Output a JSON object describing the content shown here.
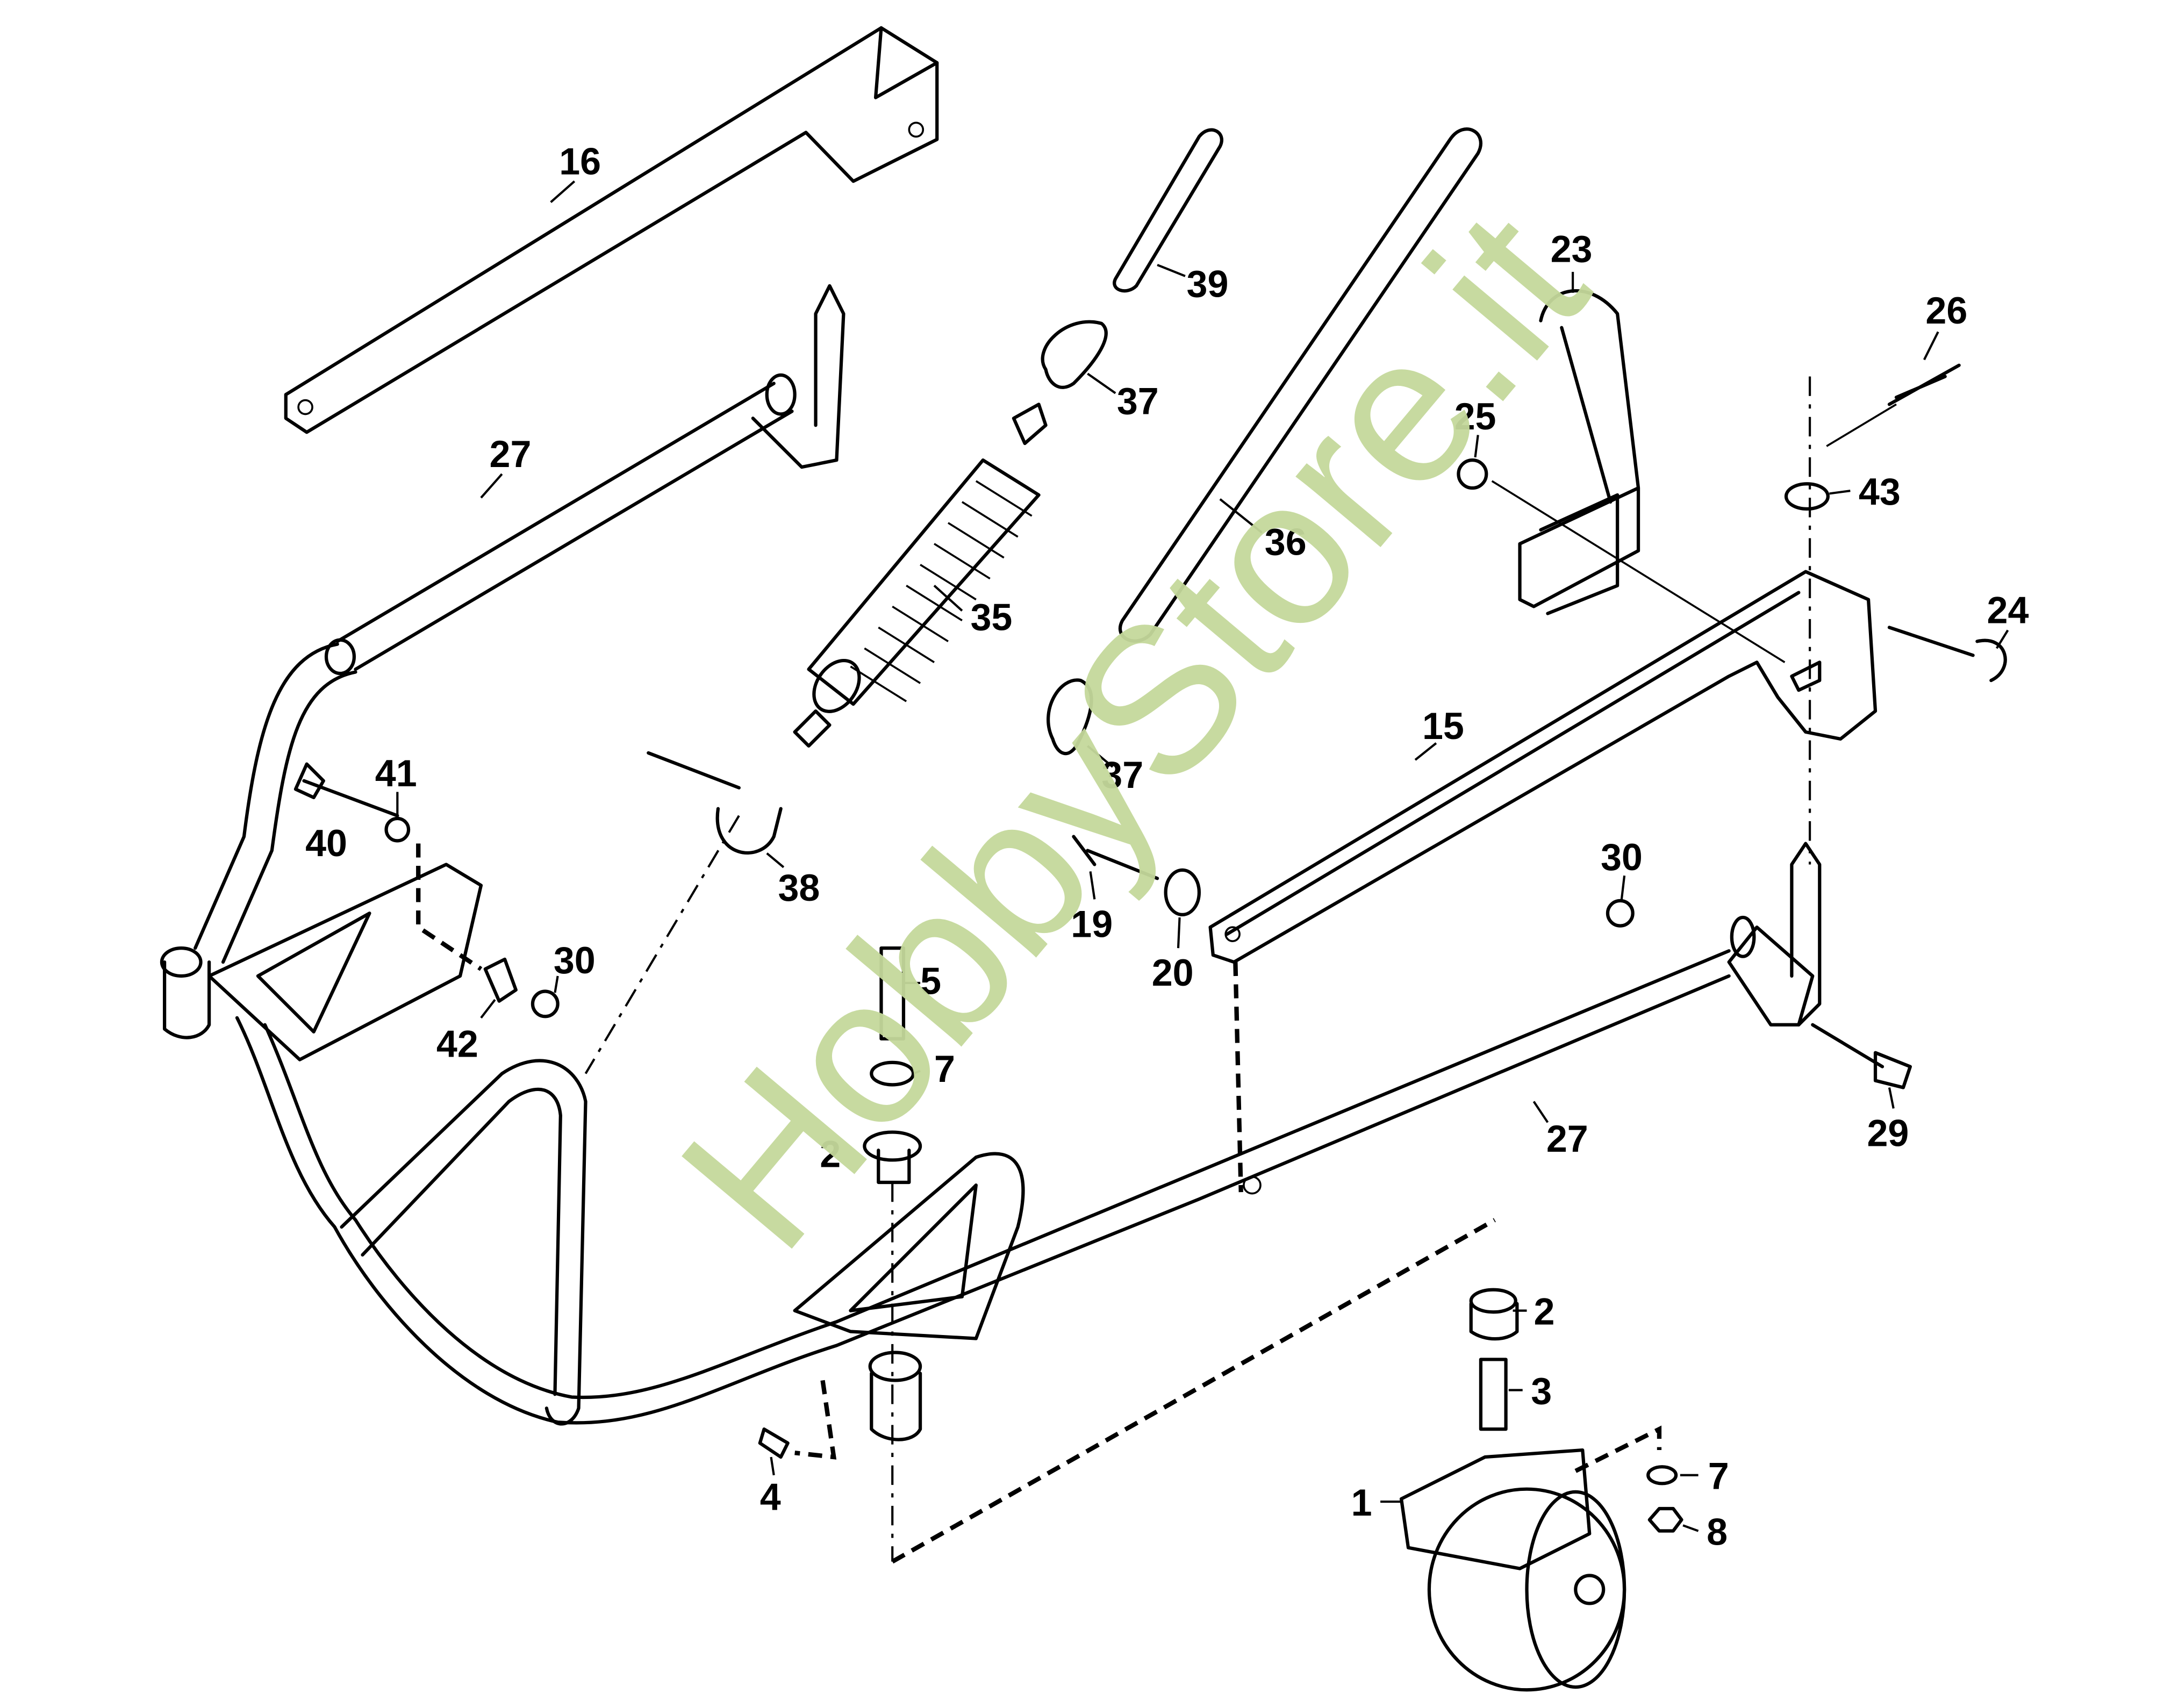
{
  "diagram": {
    "watermark": "HobbyStore.it",
    "watermark_color": "#c5d99b",
    "part_labels": {
      "p16": "16",
      "p27a": "27",
      "p39": "39",
      "p37a": "37",
      "p35": "35",
      "p36": "36",
      "p23": "23",
      "p26": "26",
      "p25": "25",
      "p43": "43",
      "p24": "24",
      "p15": "15",
      "p37b": "37",
      "p41": "41",
      "p40": "40",
      "p30a": "30",
      "p42": "42",
      "p38": "38",
      "p19": "19",
      "p20": "20",
      "p30b": "30",
      "p5": "5",
      "p7a": "7",
      "p2a": "2",
      "p27b": "27",
      "p29": "29",
      "p2b": "2",
      "p3": "3",
      "p4": "4",
      "p1": "1",
      "p7b": "7",
      "p8": "8"
    }
  }
}
